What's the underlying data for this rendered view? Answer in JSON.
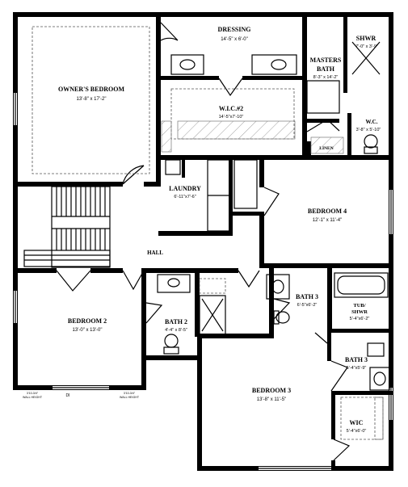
{
  "rooms": {
    "owners_bedroom": {
      "name": "OWNER'S BEDROOM",
      "dims": "13'-8\" x 17'-2\""
    },
    "dressing": {
      "name": "DRESSING",
      "dims": "14'-5\" x 6'-0\""
    },
    "masters_bath": {
      "name1": "MASTERS",
      "name2": "BATH",
      "dims": "8'-3\" x 14'-2\""
    },
    "shwr": {
      "name": "SHWR",
      "dims": "7'-0\" x 3'-9\""
    },
    "wc": {
      "name": "W.C.",
      "dims": "3'-8\" x 5'-10\""
    },
    "wic2": {
      "name": "W.I.C.#2",
      "dims": "14'-5\"x7'-10\""
    },
    "linen": {
      "name": "LINEN"
    },
    "laundry": {
      "name": "LAUNDRY",
      "dims": "6'-11\"x7'-6\""
    },
    "bedroom4": {
      "name": "BEDROOM 4",
      "dims": "12'-1\" x 11'-4\""
    },
    "hall": {
      "name": "HALL"
    },
    "bath3": {
      "name": "BATH 3",
      "dims": "6'-5\"x6'-2\""
    },
    "tub_shwr": {
      "name1": "TUB/",
      "name2": "SHWR",
      "dims": "5'-4\"x6'-2\""
    },
    "bedroom2": {
      "name": "BEDROOM 2",
      "dims": "13'-0\" x 13'-0\""
    },
    "bath2": {
      "name": "BATH 2",
      "dims": "4'-4\" x 8'-5\""
    },
    "bath3b": {
      "name": "BATH 3",
      "dims": "5'-4\"x5'-9\""
    },
    "bedroom3": {
      "name": "BEDROOM 3",
      "dims": "13'-8\" x 11'-5\""
    },
    "wic": {
      "name": "WIC",
      "dims": "5'-4\"x6'-0\""
    }
  },
  "notes": {
    "left_a": "3'10-3/4\"",
    "left_b": "WALL HEIGHT",
    "right_a": "3'10-3/4\"",
    "right_b": "WALL HEIGHT",
    "mark": "DI"
  }
}
